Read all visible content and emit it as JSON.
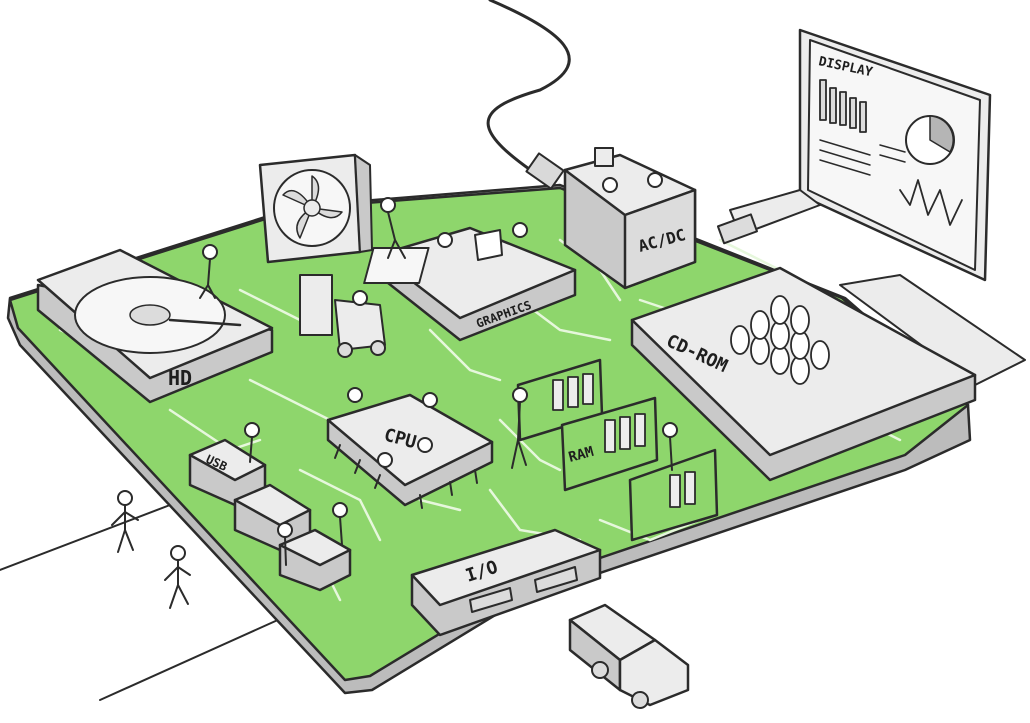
{
  "labels": {
    "hd": "HD",
    "graphics": "GRAPHICS",
    "acdc": "AC/DC",
    "display": "DISPLAY",
    "cdrom": "CD-ROM",
    "cpu": "CPU",
    "ram": "RAM",
    "usb": "USB",
    "io": "I/O"
  },
  "colors": {
    "board": "#8ed66c",
    "trace": "#e6f7dc",
    "component": "#ececec",
    "component_shadow": "#c9c9c9",
    "ink": "#2b2b2b"
  },
  "icons": {
    "fan": "fan-icon",
    "truck": "delivery-truck-icon",
    "forklift": "forklift-icon",
    "pie": "pie-chart-icon"
  }
}
